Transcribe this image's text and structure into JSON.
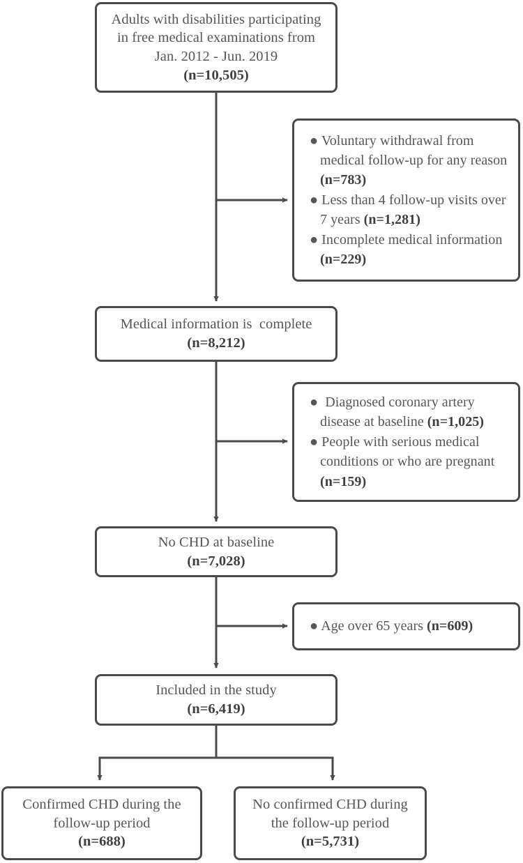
{
  "diagram": {
    "title": "Study participant flow diagram",
    "type": "flowchart",
    "stroke_color": "#4a4a4d",
    "text_color": "#565659",
    "background": "#ffffff"
  },
  "nodes": {
    "enrollment": {
      "name": "enrollment-box",
      "line1": "Adults with disabilities participating",
      "line2": "in free medical examinations from",
      "line3": "Jan. 2012 - Jun. 2019",
      "count": "(n=10,505)"
    },
    "exclusion1": {
      "name": "exclusion-box-1",
      "item1_text": "● Voluntary withdrawal from medical follow-up for any reason ",
      "item1_n": "(n=783)",
      "item2_text": "● Less than 4 follow-up visits over 7 years ",
      "item2_n": "(n=1,281)",
      "item3_text": "● Incomplete medical information ",
      "item3_n": "(n=229)"
    },
    "complete": {
      "name": "medical-information-complete-box",
      "line1": "Medical information is  complete",
      "count": "(n=8,212)"
    },
    "exclusion2": {
      "name": "exclusion-box-2",
      "item1_text": "●  Diagnosed coronary artery disease at baseline ",
      "item1_n": "(n=1,025)",
      "item2_text": "● People with serious medical conditions or who are pregnant ",
      "item2_n": "(n=159)"
    },
    "nochd": {
      "name": "no-chd-at-baseline-box",
      "line1": "No CHD at baseline",
      "count": "(n=7,028)"
    },
    "exclusion3": {
      "name": "exclusion-box-3",
      "item1_text": "● Age over 65 years ",
      "item1_n": "(n=609)"
    },
    "included": {
      "name": "included-in-study-box",
      "line1": "Included in the study",
      "count": "(n=6,419)"
    },
    "outcome_chd": {
      "name": "outcome-confirmed-chd-box",
      "line1": "Confirmed CHD during the",
      "line2": "follow-up period",
      "count": "(n=688)"
    },
    "outcome_nochd": {
      "name": "outcome-no-confirmed-chd-box",
      "line1": "No confirmed CHD during",
      "line2": "the follow-up period",
      "count": "(n=5,731)"
    }
  },
  "chart_data": {
    "type": "flowchart",
    "title": "Participant selection flow",
    "stages": [
      {
        "label": "Adults with disabilities participating in free medical examinations from Jan. 2012 - Jun. 2019",
        "n": 10505
      },
      {
        "label": "Medical information is complete",
        "n": 8212
      },
      {
        "label": "No CHD at baseline",
        "n": 7028
      },
      {
        "label": "Included in the study",
        "n": 6419
      }
    ],
    "exclusions": [
      {
        "after_stage": 0,
        "reasons": [
          {
            "label": "Voluntary withdrawal from medical follow-up for any reason",
            "n": 783
          },
          {
            "label": "Less than 4 follow-up visits over 7 years",
            "n": 1281
          },
          {
            "label": "Incomplete medical information",
            "n": 229
          }
        ]
      },
      {
        "after_stage": 1,
        "reasons": [
          {
            "label": "Diagnosed coronary artery disease at baseline",
            "n": 1025
          },
          {
            "label": "People with serious medical conditions or who are pregnant",
            "n": 159
          }
        ]
      },
      {
        "after_stage": 2,
        "reasons": [
          {
            "label": "Age over 65 years",
            "n": 609
          }
        ]
      }
    ],
    "outcomes": [
      {
        "label": "Confirmed CHD during the follow-up period",
        "n": 688
      },
      {
        "label": "No confirmed CHD during the follow-up period",
        "n": 5731
      }
    ]
  }
}
